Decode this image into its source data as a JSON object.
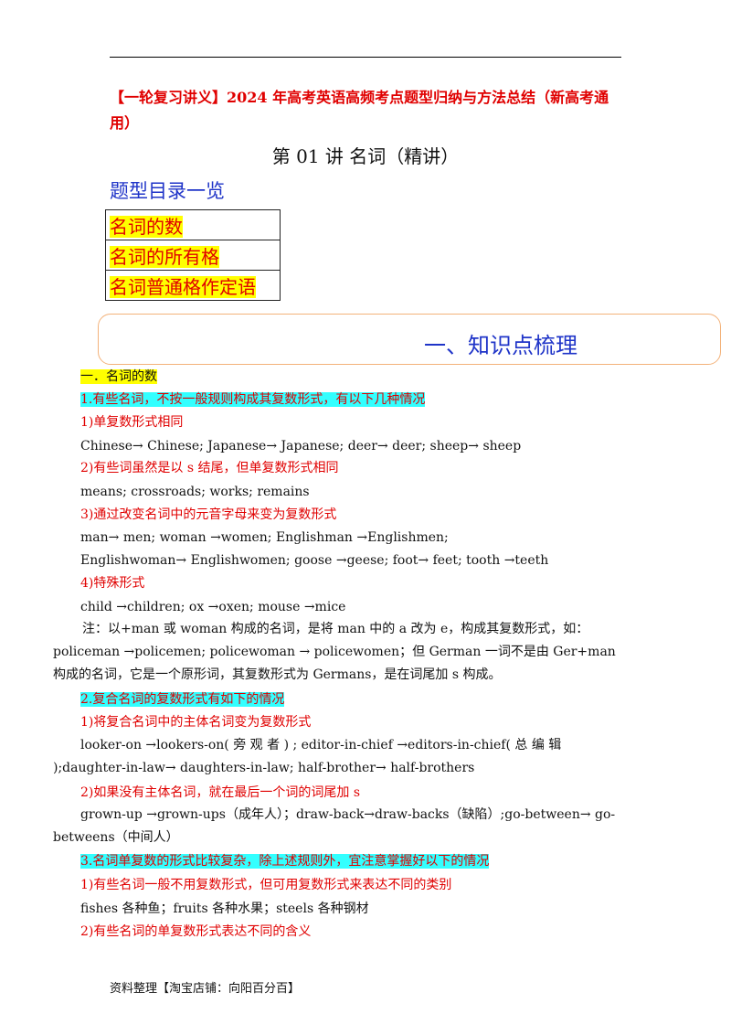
{
  "header_title": "【一轮复习讲义】2024 年高考英语高频考点题型归纳与方法总结（新高考通用）",
  "lecture_title": "第 01 讲  名词（精讲）",
  "toc": {
    "heading": "题型目录一览",
    "items": [
      "名词的数",
      "名词的所有格",
      "名词普通格作定语"
    ]
  },
  "section_banner": "一、知识点梳理",
  "content": {
    "s1_title": "一．名词的数",
    "h1": "1.有些名词，不按一般规则构成其复数形式，有以下几种情况",
    "h1_1": "1)单复数形式相同",
    "t1_1": "Chinese→  Chinese; Japanese→  Japanese; deer→  deer; sheep→  sheep",
    "h1_2": "2)有些词虽然是以 s 结尾，但单复数形式相同",
    "t1_2": "means; crossroads; works; remains",
    "h1_3": "3)通过改变名词中的元音字母来变为复数形式",
    "t1_3a": "man→  men; woman  →women; Englishman  →Englishmen;",
    "t1_3b": "Englishwoman→ Englishwomen; goose →geese; foot→ feet; tooth →teeth",
    "h1_4": "4)特殊形式",
    "t1_4": "child  →children; ox  →oxen; mouse  →mice",
    "note": "注：以+man 或 woman 构成的名词，是将 man 中的 a 改为 e，构成其复数形式，如：policeman →policemen; policewoman → policewomen；但 German 一词不是由 Ger+man 构成的名词，它是一个原形词，其复数形式为 Germans，是在词尾加 s 构成。",
    "h2": "2.复合名词的复数形式有如下的情况",
    "h2_1": "1)将复合名词中的主体名词变为复数形式",
    "t2_1": "looker-on  →lookers-on(  旁 观 者 ) ;  editor-in-chief  →editors-in-chief( 总 编 辑 );daughter-in-law→ daughters-in-law; half-brother→ half-brothers",
    "h2_2": "2)如果没有主体名词，就在最后一个词的词尾加 s",
    "t2_2": "grown-up →grown-ups（成年人）；draw-back→draw-backs（缺陷）;go-between→ go-betweens（中间人）",
    "h3": "3.名词单复数的形式比较复杂，除上述规则外，宜注意掌握好以下的情况",
    "h3_1": "1)有些名词一般不用复数形式，但可用复数形式来表达不同的类别",
    "t3_1": "fishes 各种鱼；fruits 各种水果；steels 各种钢材",
    "h3_2": "2)有些名词的单复数形式表达不同的含义"
  },
  "footer": "资料整理【淘宝店铺：向阳百分百】"
}
